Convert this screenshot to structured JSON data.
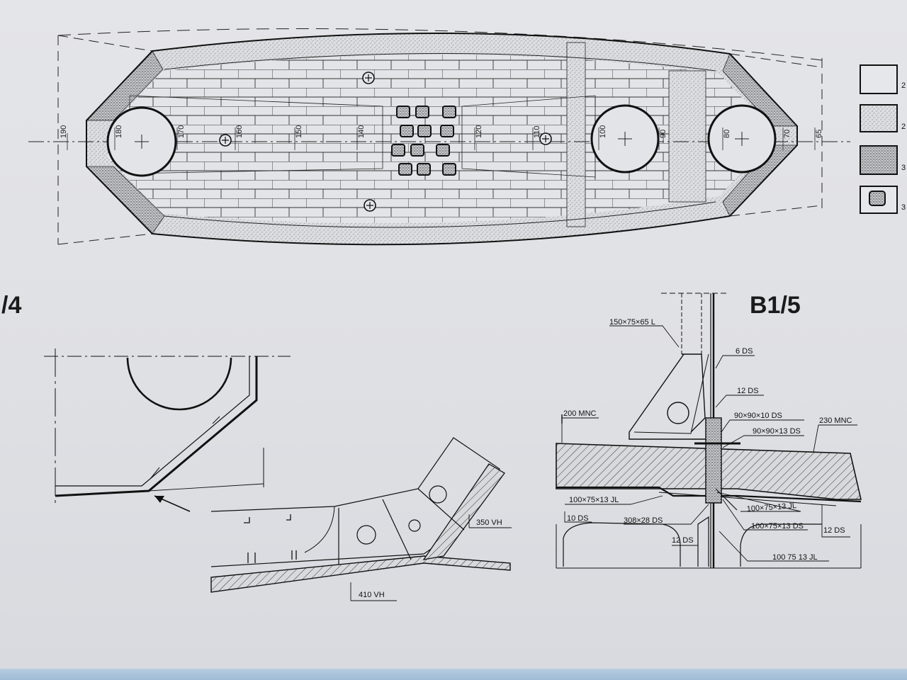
{
  "page": {
    "label_left": "/4",
    "label_right": "B1/5"
  },
  "plan": {
    "frame_labels": [
      "190",
      "180",
      "170",
      "160",
      "150",
      "140",
      "120",
      "110",
      "100",
      "90",
      "80",
      "70",
      "65"
    ]
  },
  "legend": {
    "items": [
      {
        "pattern": "empty",
        "label": "2"
      },
      {
        "pattern": "light-stipple",
        "label": "2"
      },
      {
        "pattern": "dense-stipple",
        "label": "3"
      },
      {
        "pattern": "hatched-block",
        "label": "3"
      }
    ]
  },
  "detail_left": {
    "labels": {
      "plate_upper": "350 VH",
      "plate_lower": "410 VH"
    }
  },
  "detail_right": {
    "labels": {
      "angle_top": "150×75×65 L",
      "plate_6": "6 DS",
      "plate_12": "12 DS",
      "angle_90_10": "90×90×10 DS",
      "angle_90_13": "90×90×13 DS",
      "deck_left": "200 MNC",
      "deck_right": "230 MNC",
      "angle_left": "100×75×13 JL",
      "plate_10": "10 DS",
      "flat_308": "308×28 DS",
      "angle_right": "100×75×13 JL",
      "angle_mid": "100×75×13 DS",
      "plate_12_right": "12 DS",
      "plate_12_low": "12 DS",
      "angle_low": "100 75 13 JL"
    }
  },
  "colors": {
    "ink": "#1a1a1a",
    "paper": "#e2e3e6",
    "stipple": "#d9dadd"
  }
}
